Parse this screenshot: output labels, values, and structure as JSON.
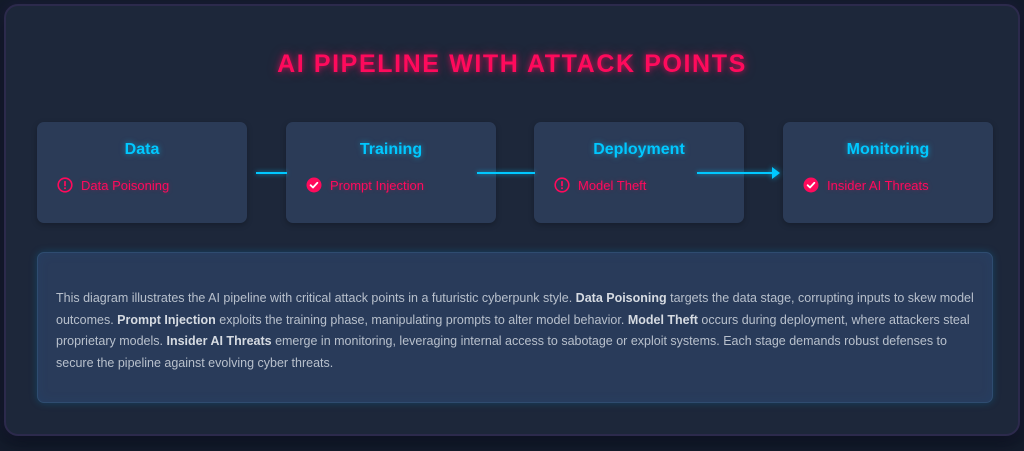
{
  "title": "AI PIPELINE WITH ATTACK POINTS",
  "colors": {
    "accent_pink": "#ff0a5c",
    "accent_cyan": "#00c8ff",
    "panel_bg": "#1d273a",
    "card_bg": "#2b3b57"
  },
  "stages": [
    {
      "name": "Data",
      "threat": "Data Poisoning",
      "icon": "alert-circle-icon"
    },
    {
      "name": "Training",
      "threat": "Prompt Injection",
      "icon": "check-circle-icon"
    },
    {
      "name": "Deployment",
      "threat": "Model Theft",
      "icon": "alert-circle-icon"
    },
    {
      "name": "Monitoring",
      "threat": "Insider AI Threats",
      "icon": "check-circle-icon"
    }
  ],
  "connectors": [
    {
      "from": "Data",
      "to": "Training",
      "arrow": false
    },
    {
      "from": "Training",
      "to": "Deployment",
      "arrow": false
    },
    {
      "from": "Deployment",
      "to": "Monitoring",
      "arrow": true
    }
  ],
  "description": {
    "segments": [
      {
        "text": "This diagram illustrates the AI pipeline with critical attack points in a futuristic cyberpunk style. ",
        "bold": false
      },
      {
        "text": "Data Poisoning",
        "bold": true
      },
      {
        "text": " targets the data stage, corrupting inputs to skew model outcomes. ",
        "bold": false
      },
      {
        "text": "Prompt Injection",
        "bold": true
      },
      {
        "text": " exploits the training phase, manipulating prompts to alter model behavior. ",
        "bold": false
      },
      {
        "text": "Model Theft",
        "bold": true
      },
      {
        "text": " occurs during deployment, where attackers steal proprietary models. ",
        "bold": false
      },
      {
        "text": "Insider AI Threats",
        "bold": true
      },
      {
        "text": " emerge in monitoring, leveraging internal access to sabotage or exploit systems. Each stage demands robust defenses to secure the pipeline against evolving cyber threats.",
        "bold": false
      }
    ]
  }
}
